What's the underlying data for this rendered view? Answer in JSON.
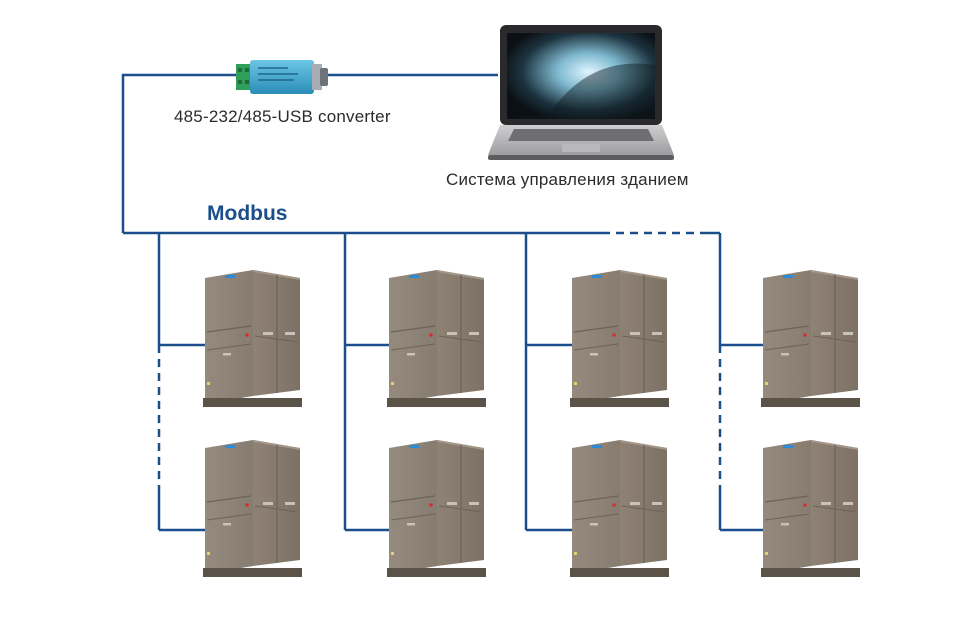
{
  "converter": {
    "label": "485-232/485-USB converter"
  },
  "computer": {
    "label": "Система управления зданием"
  },
  "bus": {
    "label": "Modbus"
  },
  "colors": {
    "line": "#1a4f8b",
    "unit_body": "#8c7f72",
    "unit_shadow": "#6e6358",
    "converter_body": "#3aa6cf",
    "converter_terminal": "#2f9e5a",
    "laptop_frame": "#2a2a2c",
    "status_led": "#d23030"
  },
  "icons": {
    "converter": "serial-converter-icon",
    "computer": "laptop-icon",
    "unit": "hvac-outdoor-unit-icon"
  }
}
